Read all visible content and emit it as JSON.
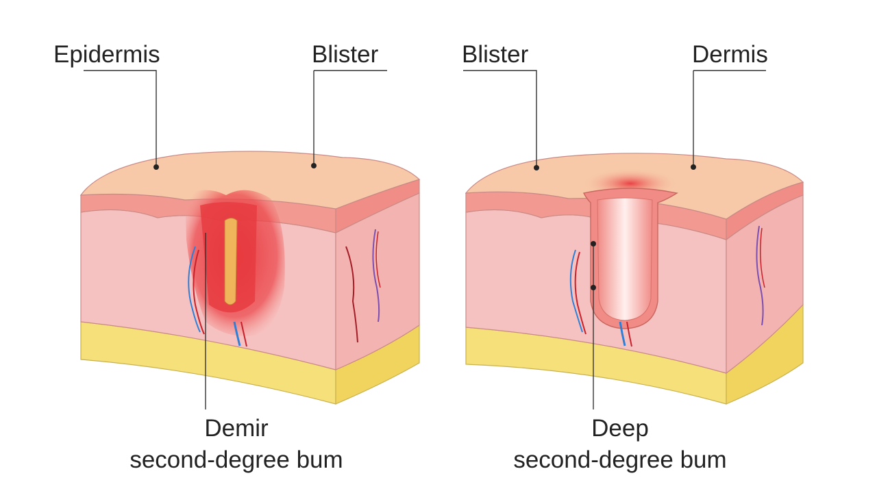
{
  "panels": [
    {
      "labels": {
        "top_left": "Epidermis",
        "top_right": "Blister"
      },
      "caption": {
        "line1": "Demir",
        "line2": "second-degree bum"
      }
    },
    {
      "labels": {
        "top_left": "Blister",
        "top_right": "Dermis"
      },
      "caption": {
        "line1": "Deep",
        "line2": "second-degree bum"
      }
    }
  ],
  "colors": {
    "epidermis_top": "#f7c9a9",
    "epidermis_band": "#f29a92",
    "dermis": "#f6c2c1",
    "fat_layer": "#f6e07a",
    "burn_red": "#e8333a",
    "blister_fluid": "#f0b45a",
    "vein_blue": "#2f7fd6",
    "artery_red": "#c8202a"
  }
}
